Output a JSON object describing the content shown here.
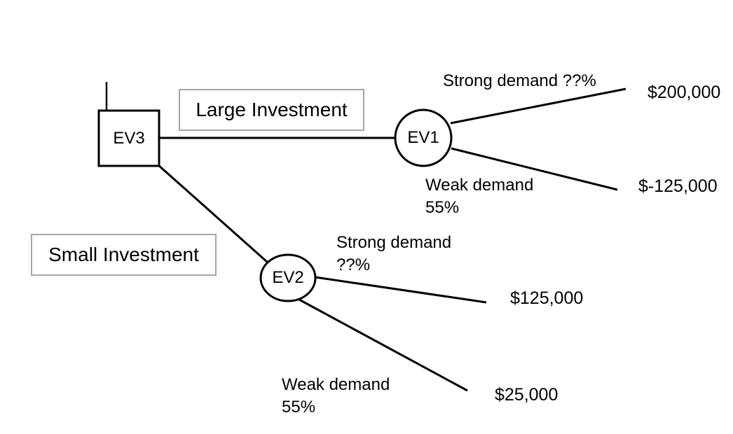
{
  "diagram": {
    "type": "decision-tree",
    "nodes": {
      "ev3": {
        "label": "EV3",
        "shape": "square",
        "role": "decision-node"
      },
      "ev1": {
        "label": "EV1",
        "shape": "circle",
        "role": "chance-node"
      },
      "ev2": {
        "label": "EV2",
        "shape": "circle",
        "role": "chance-node"
      }
    },
    "decision_labels": {
      "large": "Large Investment",
      "small": "Small Investment"
    },
    "branches": {
      "ev1_strong": {
        "label": "Strong demand ??%",
        "payoff": "$200,000"
      },
      "ev1_weak": {
        "label_line1": "Weak demand",
        "label_line2": "55%",
        "payoff": "$-125,000"
      },
      "ev2_strong": {
        "label_line1": "Strong demand",
        "label_line2": "??%",
        "payoff": "$125,000"
      },
      "ev2_weak": {
        "label_line1": "Weak demand",
        "label_line2": "55%",
        "payoff": "$25,000"
      }
    },
    "colors": {
      "line": "#000000",
      "text": "#000000",
      "label_box_border": "#a6a6a6",
      "background": "#ffffff"
    }
  }
}
